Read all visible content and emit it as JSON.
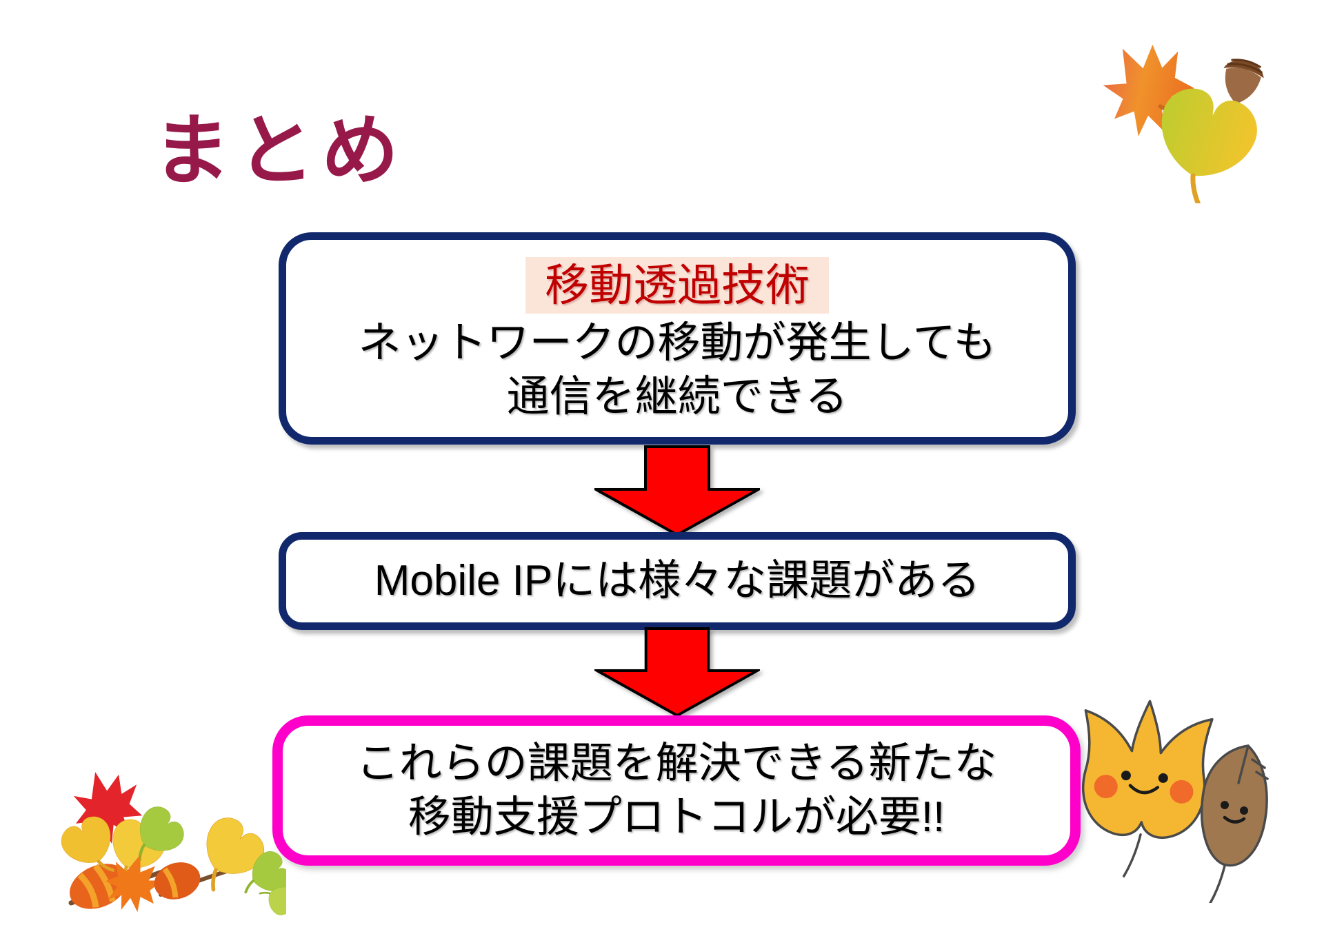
{
  "slide": {
    "title": "まとめ",
    "flow": {
      "box1": {
        "highlight": "移動透過技術",
        "lines": [
          "ネットワークの移動が発生しても",
          "通信を継続できる"
        ]
      },
      "box2": {
        "lines": [
          "Mobile IPには様々な課題がある"
        ]
      },
      "box3": {
        "lines": [
          "これらの課題を解決できる新たな",
          "移動支援プロトコルが必要!!"
        ]
      }
    },
    "colors": {
      "background": "#FFFFFF",
      "title_text": "#96194A",
      "navy_border": "#11286C",
      "magenta_border": "#FF00CA",
      "arrow_fill": "#FF0000",
      "arrow_outline": "#000000",
      "highlight_bg": "#FBE5D8",
      "highlight_text": "#C00000",
      "body_text": "#000000"
    },
    "decorations": {
      "top_right": [
        "maple-leaf",
        "acorn",
        "ginkgo-leaf"
      ],
      "bottom_left": [
        "red-maple-leaf",
        "yellow-ginkgo-leaves",
        "green-ginkgo-leaves",
        "orange-maple-leaf",
        "orange-leaves-with-twigs"
      ],
      "bottom_right": [
        "smiling-yellow-leaf",
        "smiling-brown-leaf"
      ]
    }
  }
}
